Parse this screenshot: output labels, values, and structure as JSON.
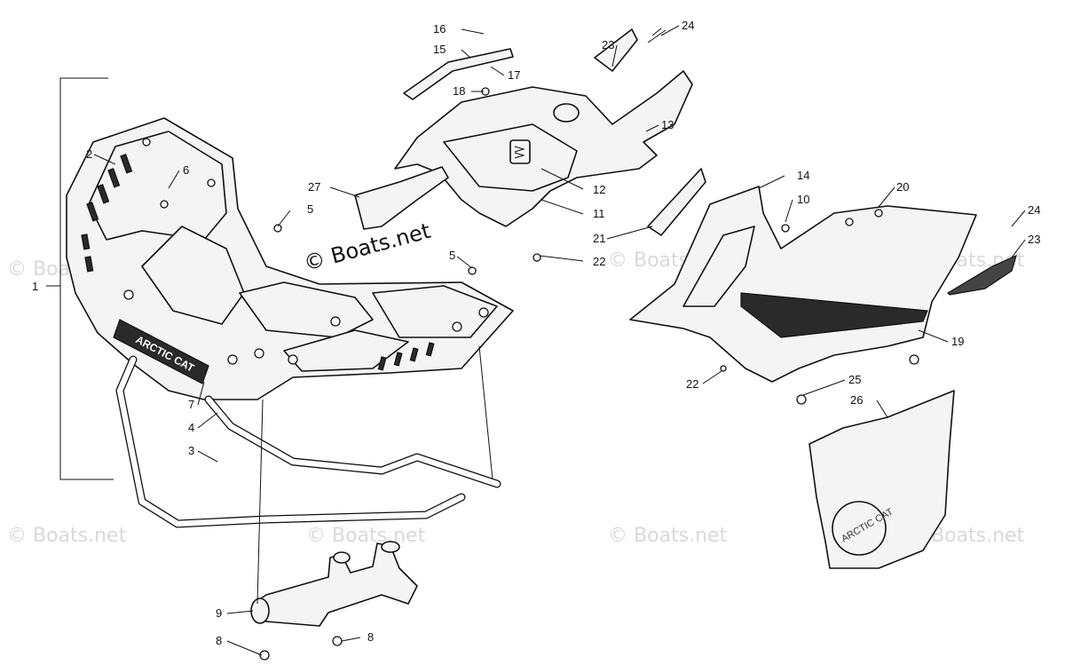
{
  "watermark": {
    "main": "© Boats.net",
    "repeat": "© Boats.net"
  },
  "decals": {
    "rack_brand": "ARCTIC CAT",
    "panel_brand": "ARCTIC CAT"
  },
  "callouts": [
    {
      "id": "c1",
      "text": "1"
    },
    {
      "id": "c2",
      "text": "2"
    },
    {
      "id": "c3",
      "text": "3"
    },
    {
      "id": "c4",
      "text": "4"
    },
    {
      "id": "c5a",
      "text": "5"
    },
    {
      "id": "c5b",
      "text": "5"
    },
    {
      "id": "c6",
      "text": "6"
    },
    {
      "id": "c7",
      "text": "7"
    },
    {
      "id": "c8a",
      "text": "8"
    },
    {
      "id": "c8b",
      "text": "8"
    },
    {
      "id": "c9",
      "text": "9"
    },
    {
      "id": "c10",
      "text": "10"
    },
    {
      "id": "c11",
      "text": "11"
    },
    {
      "id": "c12",
      "text": "12"
    },
    {
      "id": "c13",
      "text": "13"
    },
    {
      "id": "c14",
      "text": "14"
    },
    {
      "id": "c15",
      "text": "15"
    },
    {
      "id": "c16",
      "text": "16"
    },
    {
      "id": "c17",
      "text": "17"
    },
    {
      "id": "c18",
      "text": "18"
    },
    {
      "id": "c19",
      "text": "19"
    },
    {
      "id": "c20",
      "text": "20"
    },
    {
      "id": "c21",
      "text": "21"
    },
    {
      "id": "c22a",
      "text": "22"
    },
    {
      "id": "c22b",
      "text": "22"
    },
    {
      "id": "c23a",
      "text": "23"
    },
    {
      "id": "c23b",
      "text": "23"
    },
    {
      "id": "c24a",
      "text": "24"
    },
    {
      "id": "c24b",
      "text": "24"
    },
    {
      "id": "c25",
      "text": "25"
    },
    {
      "id": "c26",
      "text": "26"
    },
    {
      "id": "c27",
      "text": "27"
    }
  ]
}
